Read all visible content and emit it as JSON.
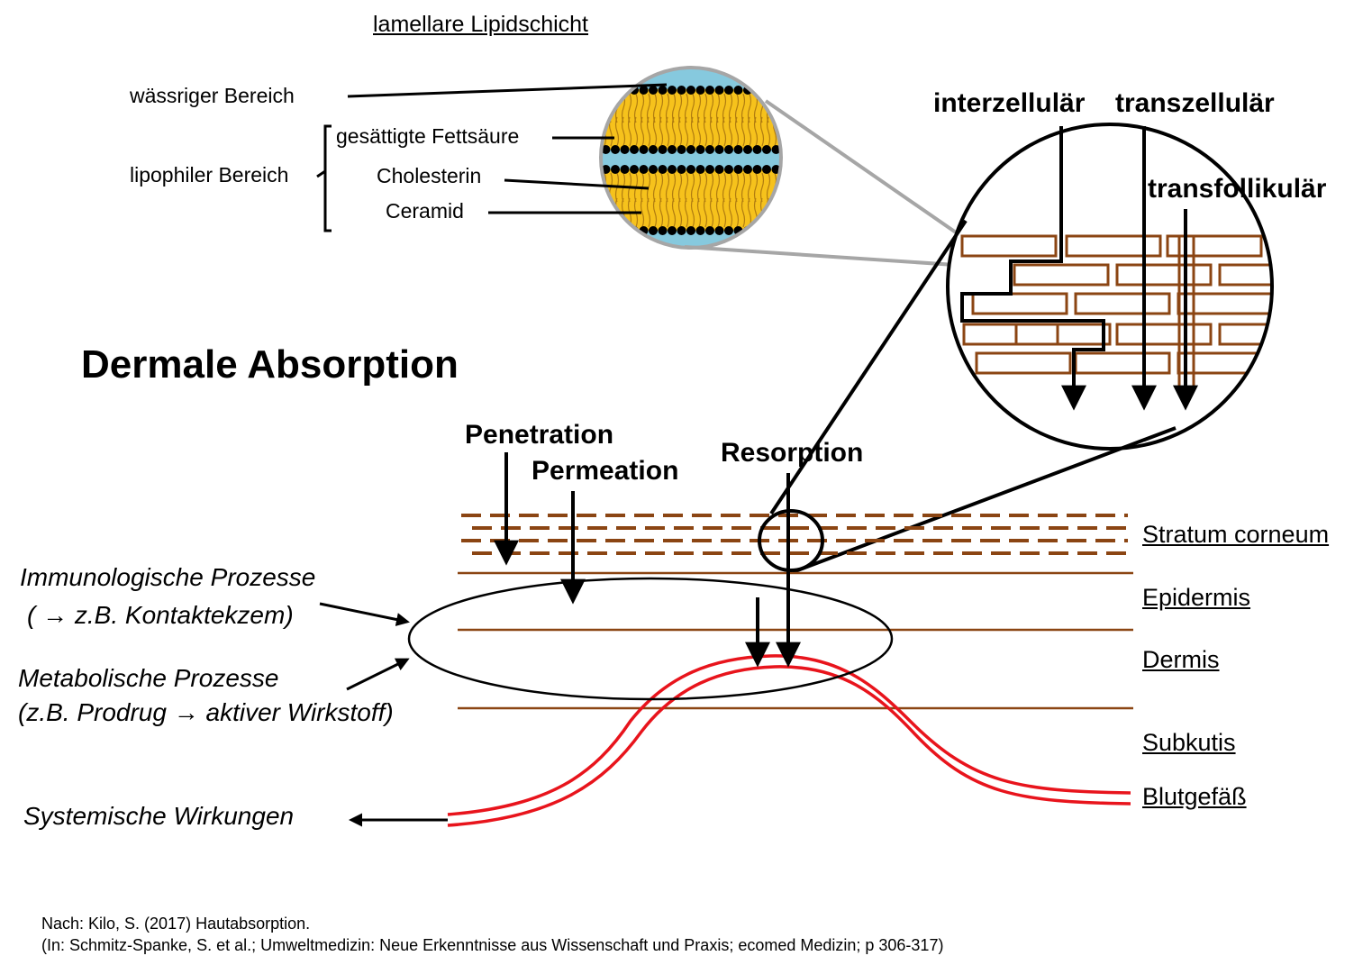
{
  "title": "Dermale Absorption",
  "lipid": {
    "heading": "lamellare Lipidschicht ",
    "aqueous_label": "wässriger Bereich",
    "lipophilic_label": "lipophiler Bereich",
    "fatty_acid": "gesättigte Fettsäure",
    "cholesterol": "Cholesterin",
    "ceramide": "Ceramid"
  },
  "routes": {
    "intercellular": "interzellulär",
    "transcellular": "transzellulär",
    "transfollicular": "transfollikulär"
  },
  "processes": {
    "penetration": "Penetration",
    "permeation": "Permeation",
    "resorption": "Resorption",
    "immuno_line1": "Immunologische  Prozesse",
    "immuno_line2": "( → z.B. Kontaktekzem)",
    "metabolic_line1": "Metabolische  Prozesse",
    "metabolic_line2": "(z.B. Prodrug → aktiver Wirkstoff)",
    "systemic": "Systemische  Wirkungen"
  },
  "layers": {
    "stratum_corneum": "Stratum  corneum",
    "epidermis": "Epidermis",
    "dermis": "Dermis",
    "subcutis": "Subkutis",
    "blood_vessel": "Blutgefäß"
  },
  "citation": {
    "line1": "Nach: Kilo, S. (2017) Hautabsorption.",
    "line2": "(In: Schmitz-Spanke, S. et al.; Umweltmedizin:  Neue Erkenntnisse aus Wissenschaft und Praxis; ecomed Medizin; p 306-317)"
  },
  "colors": {
    "skin_brown": "#8b4513",
    "blood_red": "#e8141c",
    "aqueous_blue": "#86c9de",
    "lipid_yellow": "#f6c21c",
    "zoom_gray": "#a6a6a6"
  }
}
